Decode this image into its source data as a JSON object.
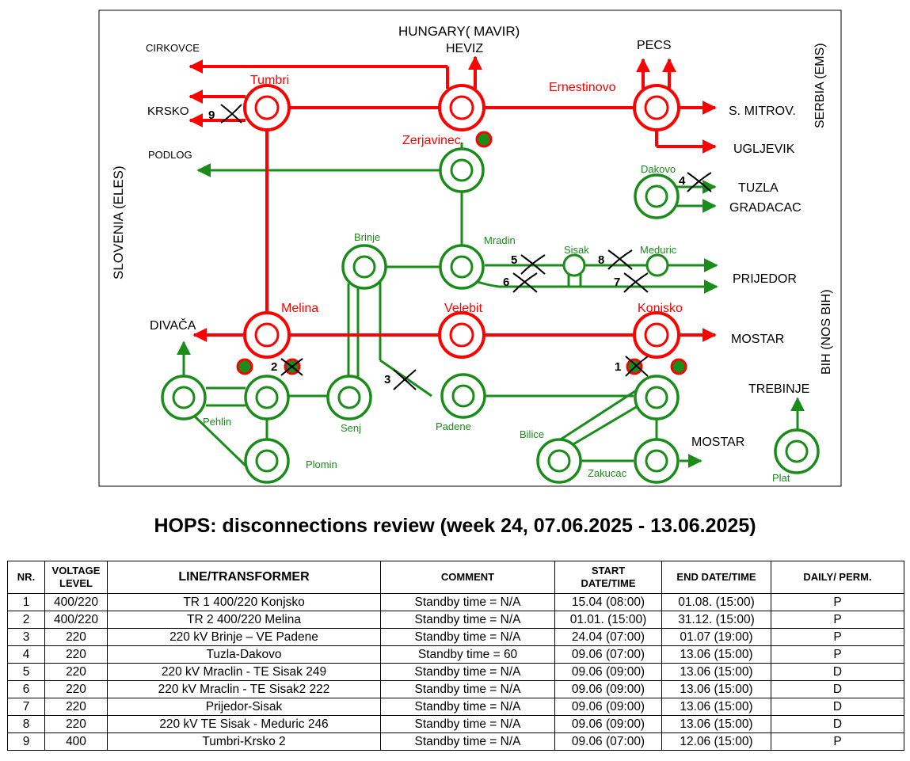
{
  "diagram": {
    "labels": {
      "hungary": "HUNGARY( MAVIR)",
      "heviz": "HEVIZ",
      "pecs": "PECS",
      "cirkovce": "CIRKOVCE",
      "krsko": "KRSKO",
      "podlog": "PODLOG",
      "slovenia": "SLOVENIA (ELES)",
      "serbia": "SERBIA (EMS)",
      "bih": "BIH (NOS BIH)",
      "s_mitrov": "S. MITROV.",
      "ugljevik": "UGLJEVIK",
      "tuzla": "TUZLA",
      "gradacac": "GRADACAC",
      "prijedor": "PRIJEDOR",
      "mostar1": "MOSTAR",
      "mostar2": "MOSTAR",
      "trebinje": "TREBINJE",
      "divaca": "DIVAČA"
    },
    "stations": {
      "tumbri": "Tumbri",
      "ernestinovo": "Ernestinovo",
      "zerjavinec": "Zerjavinec",
      "dakovo": "Dakovo",
      "brinje": "Brinje",
      "mraclin": "Mradin",
      "sisak": "Sisak",
      "meduric": "Meduric",
      "melina": "Melina",
      "velebit": "Velebit",
      "konjsko": "Konjsko",
      "pehlin": "Pehlin",
      "senj": "Senj",
      "padene": "Padene",
      "plomin": "Plomin",
      "bilice": "Bilice",
      "zakucac": "Zakucac",
      "plat": "Plat"
    },
    "markers": [
      "1",
      "2",
      "3",
      "4",
      "5",
      "6",
      "7",
      "8",
      "9"
    ],
    "colors": {
      "400kv": "#ff0000",
      "220kv": "#1a8c1a",
      "breaker_fill": "#1a8c1a"
    }
  },
  "title": "HOPS: disconnections review (week 24, 07.06.2025 - 13.06.2025)",
  "table": {
    "headers": {
      "nr": "NR.",
      "voltage_1": "VOLTAGE",
      "voltage_2": "LEVEL",
      "line": "LINE/TRANSFORMER",
      "comment": "COMMENT",
      "start_1": "START",
      "start_2": "DATE/TIME",
      "end": "END DATE/TIME",
      "daily": "DAILY/ PERM."
    },
    "rows": [
      [
        "1",
        "400/220",
        "TR 1 400/220 Konjsko",
        "Standby time = N/A",
        "15.04 (08:00)",
        "01.08. (15:00)",
        "P"
      ],
      [
        "2",
        "400/220",
        "TR 2 400/220 Melina",
        "Standby time = N/A",
        "01.01. (15:00)",
        "31.12. (15:00)",
        "P"
      ],
      [
        "3",
        "220",
        "220 kV Brinje – VE Padene",
        "Standby time = N/A",
        "24.04 (07:00)",
        "01.07 (19:00)",
        "P"
      ],
      [
        "4",
        "220",
        "Tuzla-Dakovo",
        "Standby time = 60",
        "09.06 (07:00)",
        "13.06 (15:00)",
        "P"
      ],
      [
        "5",
        "220",
        "220 kV Mraclin - TE Sisak 249",
        "Standby time = N/A",
        "09.06 (09:00)",
        "13.06 (15:00)",
        "D"
      ],
      [
        "6",
        "220",
        "220 kV Mraclin - TE Sisak2 222",
        "Standby time = N/A",
        "09.06 (09:00)",
        "13.06 (15:00)",
        "D"
      ],
      [
        "7",
        "220",
        "Prijedor-Sisak",
        "Standby time = N/A",
        "09.06 (09:00)",
        "13.06 (15:00)",
        "D"
      ],
      [
        "8",
        "220",
        "220 kV TE Sisak - Meduric 246",
        "Standby time = N/A",
        "09.06 (09:00)",
        "13.06 (15:00)",
        "D"
      ],
      [
        "9",
        "400",
        "Tumbri-Krsko 2",
        "Standby time = N/A",
        "09.06 (07:00)",
        "12.06 (15:00)",
        "P"
      ]
    ]
  }
}
